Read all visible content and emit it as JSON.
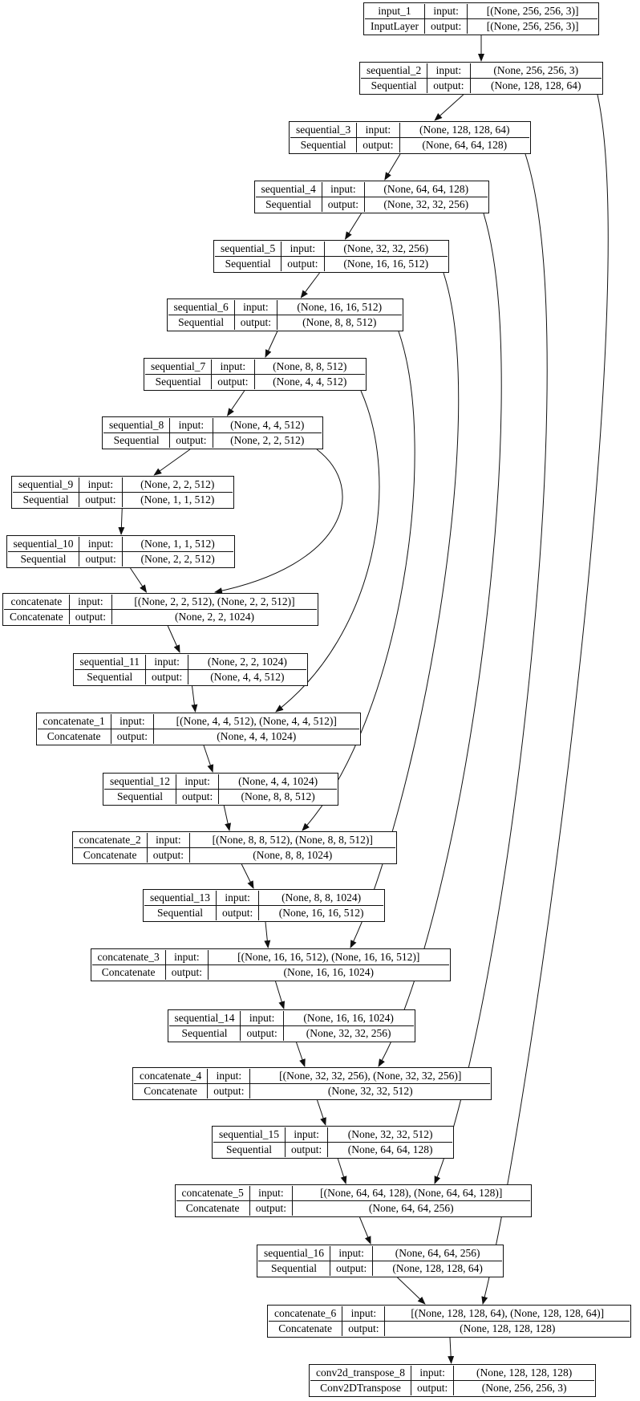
{
  "labels": {
    "input": "input:",
    "output": "output:"
  },
  "colors": {
    "border": "#101010",
    "background": "#ffffff",
    "text": "#000000"
  },
  "nodes": [
    {
      "id": "input_1",
      "name": "input_1",
      "type": "InputLayer",
      "input": "[(None, 256, 256, 3)]",
      "output": "[(None, 256, 256, 3)]"
    },
    {
      "id": "sequential_2",
      "name": "sequential_2",
      "type": "Sequential",
      "input": "(None, 256, 256, 3)",
      "output": "(None, 128, 128, 64)"
    },
    {
      "id": "sequential_3",
      "name": "sequential_3",
      "type": "Sequential",
      "input": "(None, 128, 128, 64)",
      "output": "(None, 64, 64, 128)"
    },
    {
      "id": "sequential_4",
      "name": "sequential_4",
      "type": "Sequential",
      "input": "(None, 64, 64, 128)",
      "output": "(None, 32, 32, 256)"
    },
    {
      "id": "sequential_5",
      "name": "sequential_5",
      "type": "Sequential",
      "input": "(None, 32, 32, 256)",
      "output": "(None, 16, 16, 512)"
    },
    {
      "id": "sequential_6",
      "name": "sequential_6",
      "type": "Sequential",
      "input": "(None, 16, 16, 512)",
      "output": "(None, 8, 8, 512)"
    },
    {
      "id": "sequential_7",
      "name": "sequential_7",
      "type": "Sequential",
      "input": "(None, 8, 8, 512)",
      "output": "(None, 4, 4, 512)"
    },
    {
      "id": "sequential_8",
      "name": "sequential_8",
      "type": "Sequential",
      "input": "(None, 4, 4, 512)",
      "output": "(None, 2, 2, 512)"
    },
    {
      "id": "sequential_9",
      "name": "sequential_9",
      "type": "Sequential",
      "input": "(None, 2, 2, 512)",
      "output": "(None, 1, 1, 512)"
    },
    {
      "id": "sequential_10",
      "name": "sequential_10",
      "type": "Sequential",
      "input": "(None, 1, 1, 512)",
      "output": "(None, 2, 2, 512)"
    },
    {
      "id": "concatenate",
      "name": "concatenate",
      "type": "Concatenate",
      "input": "[(None, 2, 2, 512), (None, 2, 2, 512)]",
      "output": "(None, 2, 2, 1024)"
    },
    {
      "id": "sequential_11",
      "name": "sequential_11",
      "type": "Sequential",
      "input": "(None, 2, 2, 1024)",
      "output": "(None, 4, 4, 512)"
    },
    {
      "id": "concatenate_1",
      "name": "concatenate_1",
      "type": "Concatenate",
      "input": "[(None, 4, 4, 512), (None, 4, 4, 512)]",
      "output": "(None, 4, 4, 1024)"
    },
    {
      "id": "sequential_12",
      "name": "sequential_12",
      "type": "Sequential",
      "input": "(None, 4, 4, 1024)",
      "output": "(None, 8, 8, 512)"
    },
    {
      "id": "concatenate_2",
      "name": "concatenate_2",
      "type": "Concatenate",
      "input": "[(None, 8, 8, 512), (None, 8, 8, 512)]",
      "output": "(None, 8, 8, 1024)"
    },
    {
      "id": "sequential_13",
      "name": "sequential_13",
      "type": "Sequential",
      "input": "(None, 8, 8, 1024)",
      "output": "(None, 16, 16, 512)"
    },
    {
      "id": "concatenate_3",
      "name": "concatenate_3",
      "type": "Concatenate",
      "input": "[(None, 16, 16, 512), (None, 16, 16, 512)]",
      "output": "(None, 16, 16, 1024)"
    },
    {
      "id": "sequential_14",
      "name": "sequential_14",
      "type": "Sequential",
      "input": "(None, 16, 16, 1024)",
      "output": "(None, 32, 32, 256)"
    },
    {
      "id": "concatenate_4",
      "name": "concatenate_4",
      "type": "Concatenate",
      "input": "[(None, 32, 32, 256), (None, 32, 32, 256)]",
      "output": "(None, 32, 32, 512)"
    },
    {
      "id": "sequential_15",
      "name": "sequential_15",
      "type": "Sequential",
      "input": "(None, 32, 32, 512)",
      "output": "(None, 64, 64, 128)"
    },
    {
      "id": "concatenate_5",
      "name": "concatenate_5",
      "type": "Concatenate",
      "input": "[(None, 64, 64, 128), (None, 64, 64, 128)]",
      "output": "(None, 64, 64, 256)"
    },
    {
      "id": "sequential_16",
      "name": "sequential_16",
      "type": "Sequential",
      "input": "(None, 64, 64, 256)",
      "output": "(None, 128, 128, 64)"
    },
    {
      "id": "concatenate_6",
      "name": "concatenate_6",
      "type": "Concatenate",
      "input": "[(None, 128, 128, 64), (None, 128, 128, 64)]",
      "output": "(None, 128, 128, 128)"
    },
    {
      "id": "conv2d_transpose_8",
      "name": "conv2d_transpose_8",
      "type": "Conv2DTranspose",
      "input": "(None, 128, 128, 128)",
      "output": "(None, 256, 256, 3)"
    }
  ],
  "edges": [
    {
      "from": "input_1",
      "to": "sequential_2"
    },
    {
      "from": "sequential_2",
      "to": "sequential_3"
    },
    {
      "from": "sequential_3",
      "to": "sequential_4"
    },
    {
      "from": "sequential_4",
      "to": "sequential_5"
    },
    {
      "from": "sequential_5",
      "to": "sequential_6"
    },
    {
      "from": "sequential_6",
      "to": "sequential_7"
    },
    {
      "from": "sequential_7",
      "to": "sequential_8"
    },
    {
      "from": "sequential_8",
      "to": "sequential_9"
    },
    {
      "from": "sequential_9",
      "to": "sequential_10"
    },
    {
      "from": "sequential_10",
      "to": "concatenate"
    },
    {
      "from": "sequential_8",
      "to": "concatenate"
    },
    {
      "from": "concatenate",
      "to": "sequential_11"
    },
    {
      "from": "sequential_11",
      "to": "concatenate_1"
    },
    {
      "from": "sequential_7",
      "to": "concatenate_1"
    },
    {
      "from": "concatenate_1",
      "to": "sequential_12"
    },
    {
      "from": "sequential_12",
      "to": "concatenate_2"
    },
    {
      "from": "sequential_6",
      "to": "concatenate_2"
    },
    {
      "from": "concatenate_2",
      "to": "sequential_13"
    },
    {
      "from": "sequential_13",
      "to": "concatenate_3"
    },
    {
      "from": "sequential_5",
      "to": "concatenate_3"
    },
    {
      "from": "concatenate_3",
      "to": "sequential_14"
    },
    {
      "from": "sequential_14",
      "to": "concatenate_4"
    },
    {
      "from": "sequential_4",
      "to": "concatenate_4"
    },
    {
      "from": "concatenate_4",
      "to": "sequential_15"
    },
    {
      "from": "sequential_15",
      "to": "concatenate_5"
    },
    {
      "from": "sequential_3",
      "to": "concatenate_5"
    },
    {
      "from": "concatenate_5",
      "to": "sequential_16"
    },
    {
      "from": "sequential_16",
      "to": "concatenate_6"
    },
    {
      "from": "sequential_2",
      "to": "concatenate_6"
    },
    {
      "from": "concatenate_6",
      "to": "conv2d_transpose_8"
    },
    {
      "from": "concatenate_6",
      "to": "conv2d_transpose_8_noop"
    },
    {
      "from": "concatenate_6_noop",
      "to": "conv2d_transpose_8"
    }
  ]
}
